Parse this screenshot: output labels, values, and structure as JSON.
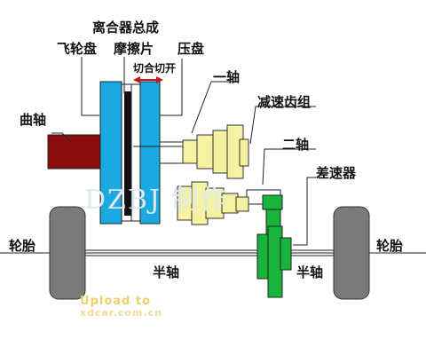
{
  "labels": {
    "title": "离合器总成",
    "flywheel": "飞轮盘",
    "friction_plate": "摩擦片",
    "pressure_plate": "压盘",
    "engage_disengage": "切合切开",
    "input_shaft": "一轴",
    "crankshaft": "曲轴",
    "reduction_gear": "减速齿组",
    "output_shaft": "二轴",
    "differential": "差速器",
    "tire_left": "轮胎",
    "tire_right": "轮胎",
    "half_shaft_left": "半轴",
    "half_shaft_right": "半轴"
  },
  "watermark": {
    "text": "DZBJ 制作",
    "upload": "Upload to",
    "site": "xdcar.com.cn"
  },
  "colors": {
    "clutch_blue": "#1aa9e0",
    "gear_yellow": "#f6f2a3",
    "crank_red": "#8b0e0e",
    "diff_green": "#18b43c",
    "tire_gray": "#7a7a7a"
  }
}
